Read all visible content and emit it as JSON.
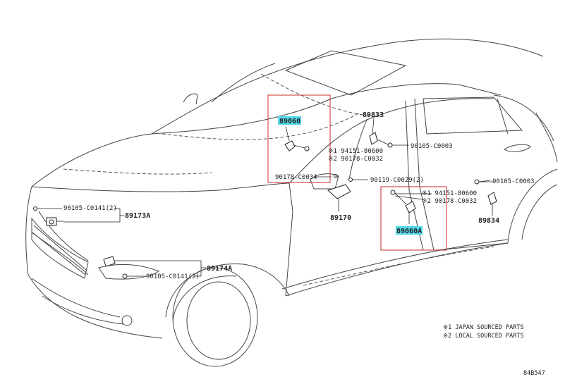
{
  "labels": {
    "p89060": "89060",
    "p89833": "89833",
    "p94151_a": "※1 94151-80600",
    "p90178_a": "※2 90178-C0032",
    "p90105_c0003_a": "90105-C0003",
    "p90178_c0034": "90178-C0034",
    "p90119": "90119-C0029(2)",
    "p94151_b": "※1 94151-80600",
    "p90178_b": "※2 90178-C0032",
    "p90105_c0003_b": "90105-C0003",
    "p89170": "89170",
    "p89060a": "89060A",
    "p89834": "89834",
    "p90105_c0141_a": "90105-C0141(2)",
    "p89173a": "89173A",
    "p89174a": "89174A",
    "p90105_c0141_b": "90105-C0141(2)"
  },
  "notes": {
    "japan": "※1 JAPAN SOURCED PARTS",
    "local": "※2 LOCAL SOURCED PARTS"
  },
  "diagram_id": "84B547",
  "colors": {
    "highlight": "#52d8e8",
    "box": "#cc2a2a",
    "line": "#444444"
  }
}
